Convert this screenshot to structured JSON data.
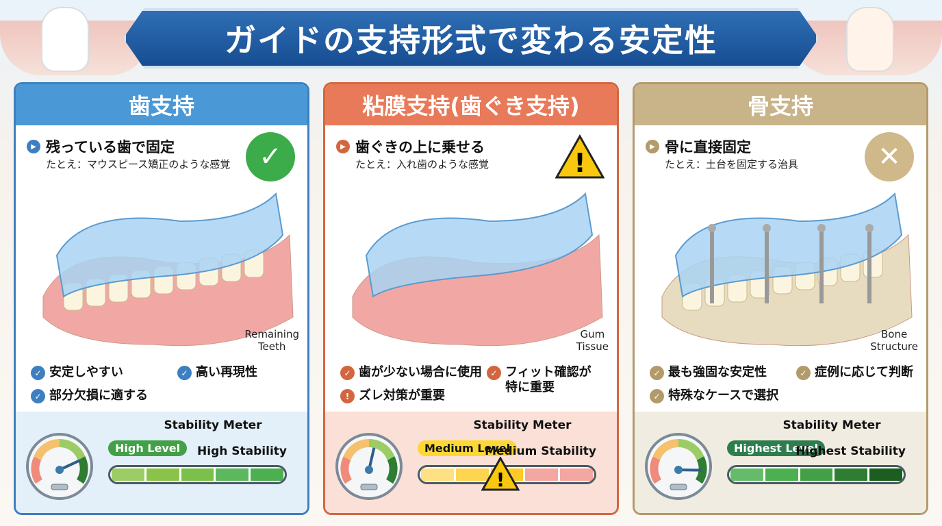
{
  "title": "ガイドの支持形式で変わる安定性",
  "cards": [
    {
      "id": "tooth",
      "header": "歯支持",
      "color": "#4a98d6",
      "border": "#3d7fc0",
      "bg": "#e3eff9",
      "lead": "残っている歯で固定",
      "example": "たとえ：マウスピース矯正のような感覚",
      "badge_icon": "check-circle-icon",
      "callout": [
        "Remaining",
        "Teeth"
      ],
      "features": [
        {
          "text": "安定しやすい",
          "icon": "check-icon"
        },
        {
          "text": "高い再現性",
          "icon": "check-icon"
        },
        {
          "text": "部分欠損に適する",
          "icon": "check-icon"
        }
      ],
      "meter": {
        "title": "Stability Meter",
        "level": "High Level",
        "stability": "High Stability",
        "gauge_value": 0.75,
        "segments": [
          "#9ccc65",
          "#8bc34a",
          "#7cc04c",
          "#5cb85c",
          "#4caf50"
        ],
        "level_bg": "#43a047",
        "level_fg": "#ffffff"
      }
    },
    {
      "id": "gum",
      "header": "粘膜支持(歯ぐき支持)",
      "color": "#e87a5a",
      "border": "#d4663f",
      "bg": "#fbe0d8",
      "lead": "歯ぐきの上に乗せる",
      "example": "たとえ：入れ歯のような感覚",
      "badge_icon": "warning-icon",
      "callout": [
        "Gum",
        "Tissue"
      ],
      "features": [
        {
          "text": "歯が少ない場合に使用",
          "icon": "check-icon"
        },
        {
          "text": "フィット確認が\n特に重要",
          "icon": "check-icon"
        },
        {
          "text": "ズレ対策が重要",
          "icon": "exclamation-icon"
        }
      ],
      "meter": {
        "title": "Stability Meter",
        "level": "Medium Level",
        "stability": "Medium Stability",
        "gauge_value": 0.55,
        "segments": [
          "#ffe082",
          "#ffd54f",
          "#ffca28",
          "#f4a6a0",
          "#f4a6a0"
        ],
        "level_bg": "#fdd835",
        "level_fg": "#111111"
      }
    },
    {
      "id": "bone",
      "header": "骨支持",
      "color": "#c9b48a",
      "border": "#b39a6a",
      "bg": "#f1ece1",
      "lead": "骨に直接固定",
      "example": "たとえ：土台を固定する治具",
      "badge_icon": "bone-screw-icon",
      "callout": [
        "Bone",
        "Structure"
      ],
      "features": [
        {
          "text": "最も強固な安定性",
          "icon": "check-icon"
        },
        {
          "text": "症例に応じて判断",
          "icon": "check-icon"
        },
        {
          "text": "特殊なケースで選択",
          "icon": "check-icon"
        }
      ],
      "meter": {
        "title": "Stability Meter",
        "level": "Highest Level",
        "stability": "Highest Stability",
        "gauge_value": 0.85,
        "segments": [
          "#66bb6a",
          "#4caf50",
          "#43a047",
          "#2e7d32",
          "#1b5e20"
        ],
        "level_bg": "#2e7d4f",
        "level_fg": "#ffffff"
      }
    }
  ]
}
